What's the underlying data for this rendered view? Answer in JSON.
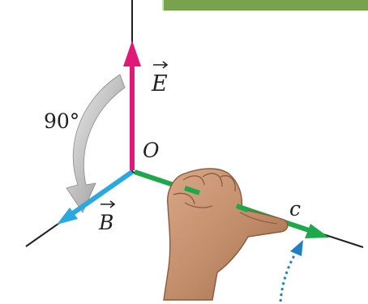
{
  "diagram": {
    "labels": {
      "angle": "90°",
      "e_vector": "E",
      "b_vector": "B",
      "origin": "O",
      "speed": "c"
    },
    "colors": {
      "e_field": "#e2187a",
      "b_field": "#29a9e0",
      "propagation": "#1fa84a",
      "axes": "#231f20",
      "rotation_arrow": "#9c9c9c",
      "rotation_hint": "#1f7fc4",
      "hand_skin": "#c08b68",
      "header_bar": "#78a24e"
    },
    "icons": {
      "hand": "right-hand-rule-icon",
      "rotation": "curved-arrow-icon"
    }
  }
}
